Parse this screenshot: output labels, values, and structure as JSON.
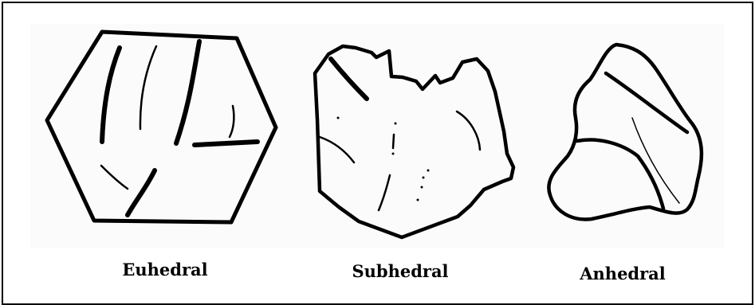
{
  "labels": {
    "euhedral": "Euhedral",
    "subhedral": "Subhedral",
    "anhedral": "Anhedral"
  },
  "colors": {
    "stroke": "#000000",
    "background": "#ffffff",
    "panel": "#fbfbfb"
  }
}
